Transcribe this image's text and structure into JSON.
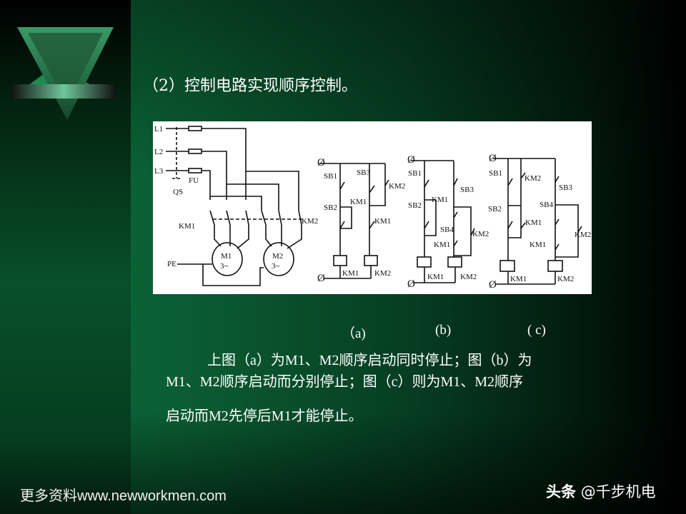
{
  "slide": {
    "heading": "（2）控制电路实现顺序控制。",
    "captions": [
      "（a)",
      "(b)",
      "( c)"
    ],
    "paragraph": [
      "上图（a）为M1、M2顺序启动同时停止；图（b）为",
      "M1、M2顺序启动而分别停止；图（c）则为M1、M2顺序",
      "启动而M2先停后M1才能停止。"
    ]
  },
  "diagram": {
    "labels": [
      "L1",
      "L2",
      "L3",
      "QS",
      "FU",
      "KM1",
      "KM2",
      "PE",
      "M1",
      "3~",
      "M2",
      "3~",
      "Ø",
      "SB1",
      "SB3",
      "KM2",
      "KM1",
      "SB2",
      "KM1",
      "Ø",
      "KM1",
      "KM2",
      "Ø",
      "SB1",
      "SB3",
      "KM1",
      "SB2",
      "SB4",
      "KM2",
      "KM1",
      "Ø",
      "KM1",
      "KM2",
      "Ø",
      "SB1",
      "KM2",
      "SB3",
      "SB4",
      "SB2",
      "KM1",
      "KM2",
      "KM1",
      "Ø",
      "KM1",
      "KM2"
    ]
  },
  "footer": {
    "left": "更多资料www.newworkmen.com",
    "brand": "头条",
    "handle": "@千步机电"
  },
  "colors": {
    "accent": "#0b6f3c",
    "text": "#ffffff"
  }
}
